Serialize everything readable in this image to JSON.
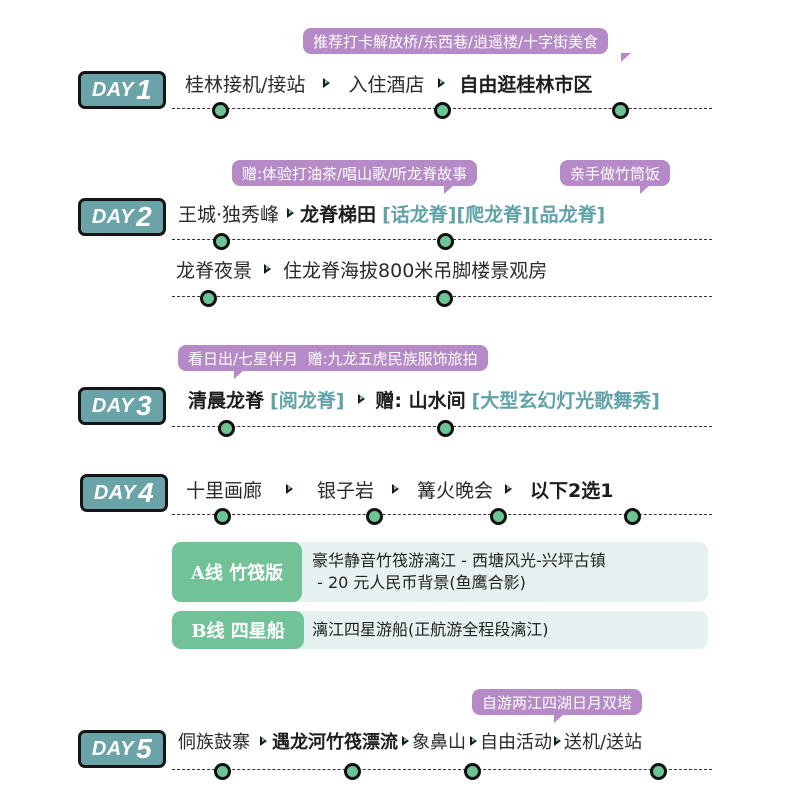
{
  "colors": {
    "badge": "#6aa3a8",
    "bubble": "#b68ac7",
    "dot": "#6cc394",
    "teal_text": "#5fa2a8",
    "option_label": "#72c298",
    "option_body": "#e6f1f1"
  },
  "days": [
    {
      "badge": {
        "prefix": "DAY",
        "num": "1"
      },
      "bubbles": [
        "推荐打卡解放桥/东西巷/逍遥楼/十字街美食"
      ],
      "rows": [
        {
          "items": [
            "桂林接机/接站",
            "入住酒店",
            "自由逛桂林市区"
          ]
        }
      ]
    },
    {
      "badge": {
        "prefix": "DAY",
        "num": "2"
      },
      "bubbles": [
        "赠:体验打油茶/唱山歌/听龙脊故事",
        "亲手做竹筒饭"
      ],
      "rows": [
        {
          "items": [
            "王城·独秀峰",
            "龙脊梯田"
          ],
          "tags": [
            "[话龙脊]",
            "[爬龙脊]",
            "[品龙脊]"
          ]
        },
        {
          "items": [
            "龙脊夜景",
            "住龙脊海拔800米吊脚楼景观房"
          ]
        }
      ]
    },
    {
      "badge": {
        "prefix": "DAY",
        "num": "3"
      },
      "bubbles": [
        "看日出/七星伴月  赠:九龙五虎民族服饰旅拍"
      ],
      "rows": [
        {
          "items": [
            "清晨龙脊",
            "赠: 山水间"
          ],
          "tags": [
            "[阅龙脊]",
            "[大型玄幻灯光歌舞秀]"
          ]
        }
      ]
    },
    {
      "badge": {
        "prefix": "DAY",
        "num": "4"
      },
      "bubbles": [],
      "rows": [
        {
          "items": [
            "十里画廊",
            "银子岩",
            "篝火晚会",
            "以下2选1"
          ]
        }
      ],
      "options": [
        {
          "label": "A线 竹筏版",
          "lines": [
            "豪华静音竹筏游漓江 - 西塘风光-兴坪古镇",
            " - 20 元人民币背景(鱼鹰合影)"
          ]
        },
        {
          "label": "B线 四星船",
          "lines": [
            "漓江四星游船(正航游全程段漓江)"
          ]
        }
      ]
    },
    {
      "badge": {
        "prefix": "DAY",
        "num": "5"
      },
      "bubbles": [
        "自游两江四湖日月双塔"
      ],
      "rows": [
        {
          "items": [
            "侗族鼓寨",
            "遇龙河竹筏漂流",
            "象鼻山",
            "自由活动",
            "送机/送站"
          ]
        }
      ]
    }
  ]
}
